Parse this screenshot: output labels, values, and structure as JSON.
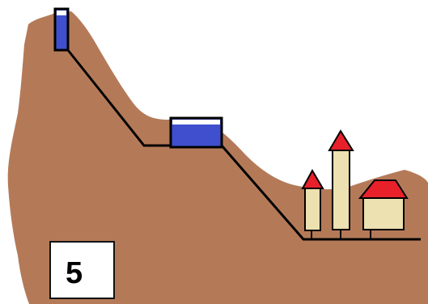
{
  "scene": {
    "number_label": "5",
    "colors": {
      "mountain": "#b47a58",
      "water": "#3f4fce",
      "outline": "#000000",
      "tower_wall": "#ede0b1",
      "roof": "#e8202a",
      "label_box": "#ffffff"
    },
    "elements": [
      "upper-water-tank",
      "middle-water-reservoir",
      "water-pipe",
      "ground-line",
      "small-tower",
      "tall-tower",
      "house"
    ]
  }
}
